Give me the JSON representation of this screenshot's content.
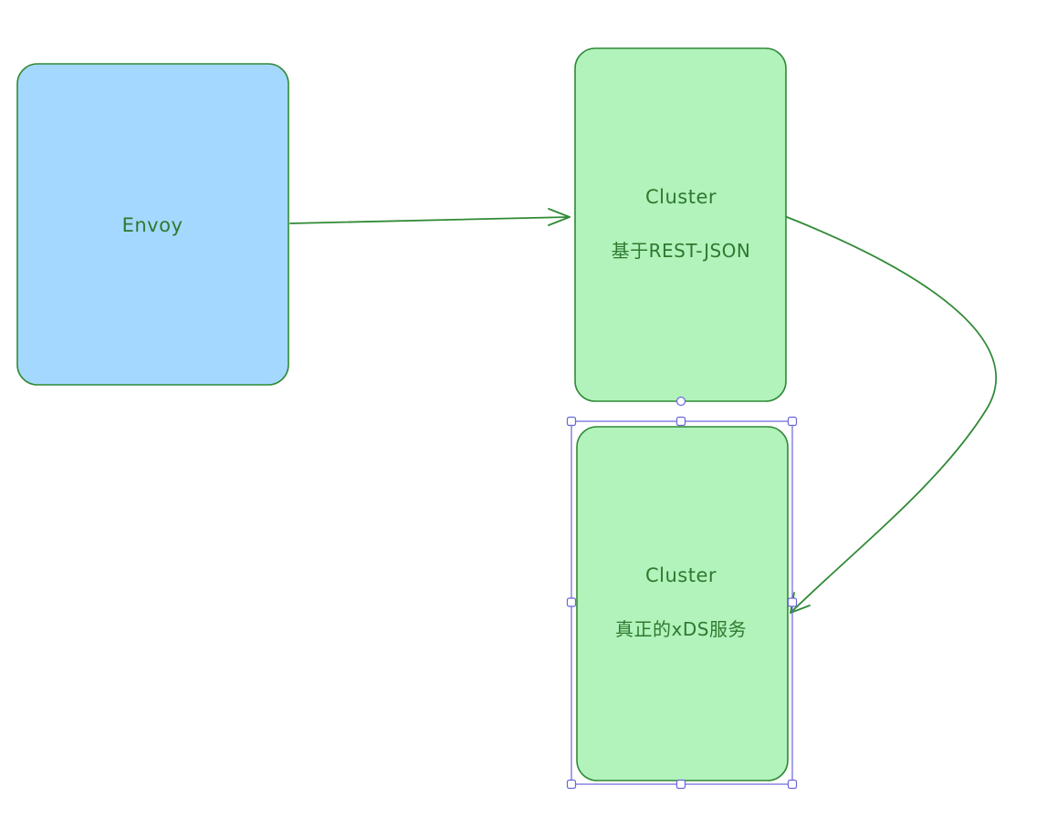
{
  "diagram": {
    "nodes": {
      "envoy": {
        "label": "Envoy",
        "fill": "#a5d8ff",
        "stroke": "#2f8a35"
      },
      "cluster_rest": {
        "title": "Cluster",
        "subtitle": "基于REST-JSON",
        "fill": "#b2f2bb",
        "stroke": "#2f8a35"
      },
      "cluster_xds": {
        "title": "Cluster",
        "subtitle": "真正的xDS服务",
        "fill": "#b2f2bb",
        "stroke": "#2f8a35",
        "selected": true
      }
    },
    "edges": [
      {
        "from": "Envoy",
        "to": "Cluster 基于REST-JSON"
      },
      {
        "from": "Cluster 基于REST-JSON",
        "to": "Cluster 真正的xDS服务"
      }
    ],
    "selection_color": "#6965db",
    "text_color": "#2d7a2f"
  }
}
